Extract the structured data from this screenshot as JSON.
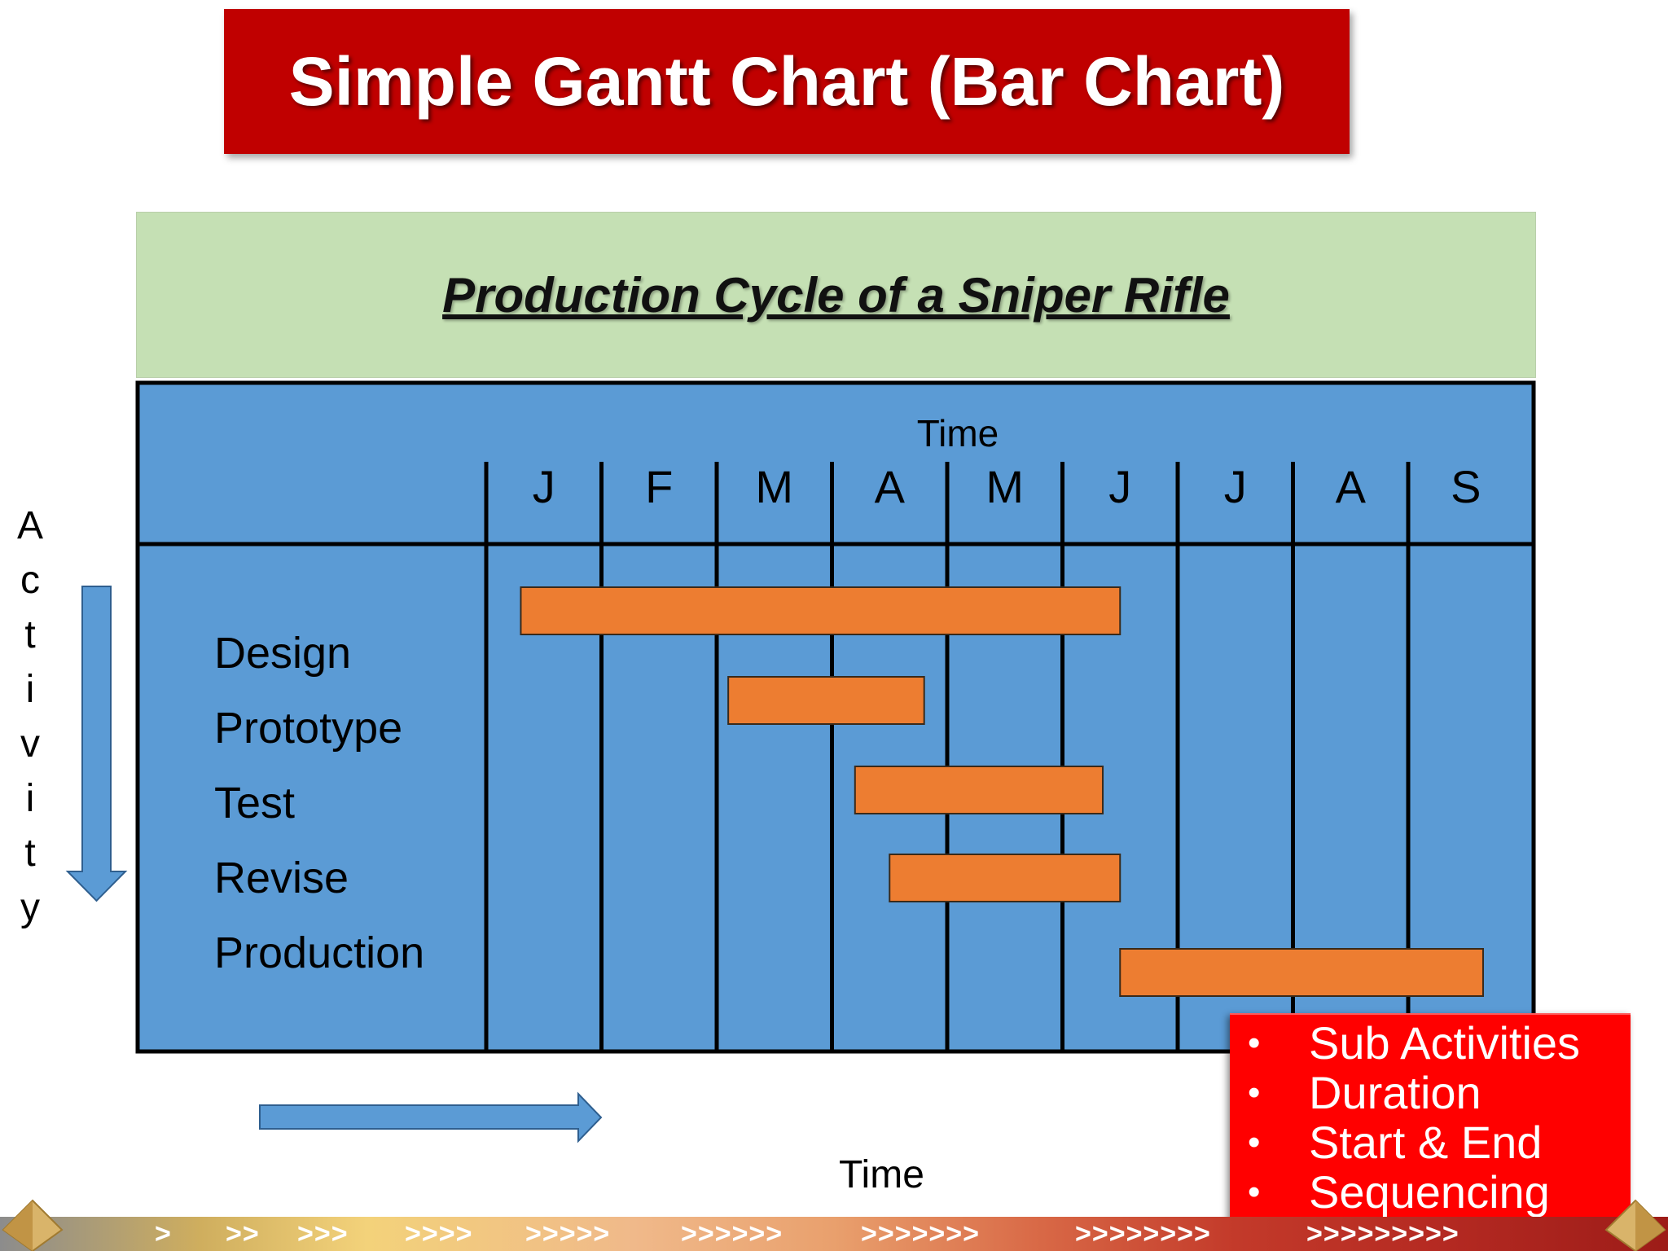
{
  "slide": {
    "title": "Simple Gantt Chart (Bar Chart)",
    "subtitle": "Production Cycle of a Sniper Rifle",
    "activity_letters": [
      "A",
      "c",
      "t",
      "i",
      "v",
      "i",
      "t",
      "y"
    ],
    "time_bottom_label": "Time",
    "callout_bullets": [
      "Sub Activities",
      "Duration",
      "Start & End",
      "Sequencing"
    ],
    "bullet_glyph": "•",
    "footer_chevrons": [
      ">",
      ">>",
      ">>>",
      ">>>>",
      ">>>>>",
      ">>>>>>",
      ">>>>>>>",
      ">>>>>>>>",
      ">>>>>>>>>"
    ],
    "colors": {
      "title_bg": "#c00000",
      "subtitle_bg": "#c5e0b4",
      "grid_bg": "#5b9bd5",
      "bar_fill": "#ed7d31",
      "callout_bg": "#ff0000"
    }
  },
  "chart_data": {
    "type": "bar",
    "orientation": "horizontal-gantt",
    "title": "Production Cycle of a Sniper Rifle",
    "xlabel": "Time",
    "ylabel": "Activity",
    "months": [
      "J",
      "F",
      "M",
      "A",
      "M",
      "J",
      "J",
      "A",
      "S"
    ],
    "xlim": [
      0,
      9
    ],
    "grid": true,
    "tasks": [
      {
        "name": "Design",
        "start": 0.3,
        "end": 5.5
      },
      {
        "name": "Prototype",
        "start": 2.1,
        "end": 3.8
      },
      {
        "name": "Test",
        "start": 3.2,
        "end": 5.35
      },
      {
        "name": "Revise",
        "start": 3.5,
        "end": 5.5
      },
      {
        "name": "Production",
        "start": 5.5,
        "end": 8.65
      }
    ]
  }
}
